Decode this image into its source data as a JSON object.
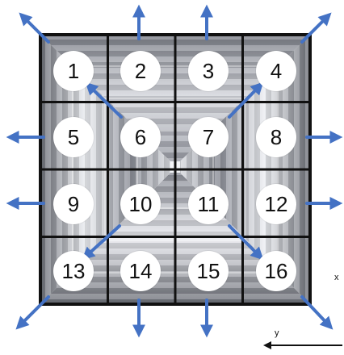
{
  "cell_labels": [
    "1",
    "2",
    "3",
    "4",
    "5",
    "6",
    "7",
    "8",
    "9",
    "10",
    "11",
    "12",
    "13",
    "14",
    "15",
    "16"
  ],
  "axis_labels": {
    "x": "x",
    "y": "y"
  },
  "colors": {
    "arrow": "#4472C4",
    "grid_line": "#111111",
    "pyramid_light": "#e4e6ec",
    "pyramid_dark": "#5a5e68",
    "label_circle": "#ffffff"
  },
  "arrow_directions": {
    "1": "up-left",
    "2": "up",
    "3": "up",
    "4": "up-right",
    "5": "left",
    "8": "right",
    "9": "left",
    "12": "right",
    "13": "down-left",
    "14": "down",
    "15": "down",
    "16": "down-right",
    "6": "toward-1",
    "7": "toward-4",
    "10": "toward-13",
    "11": "toward-16"
  }
}
